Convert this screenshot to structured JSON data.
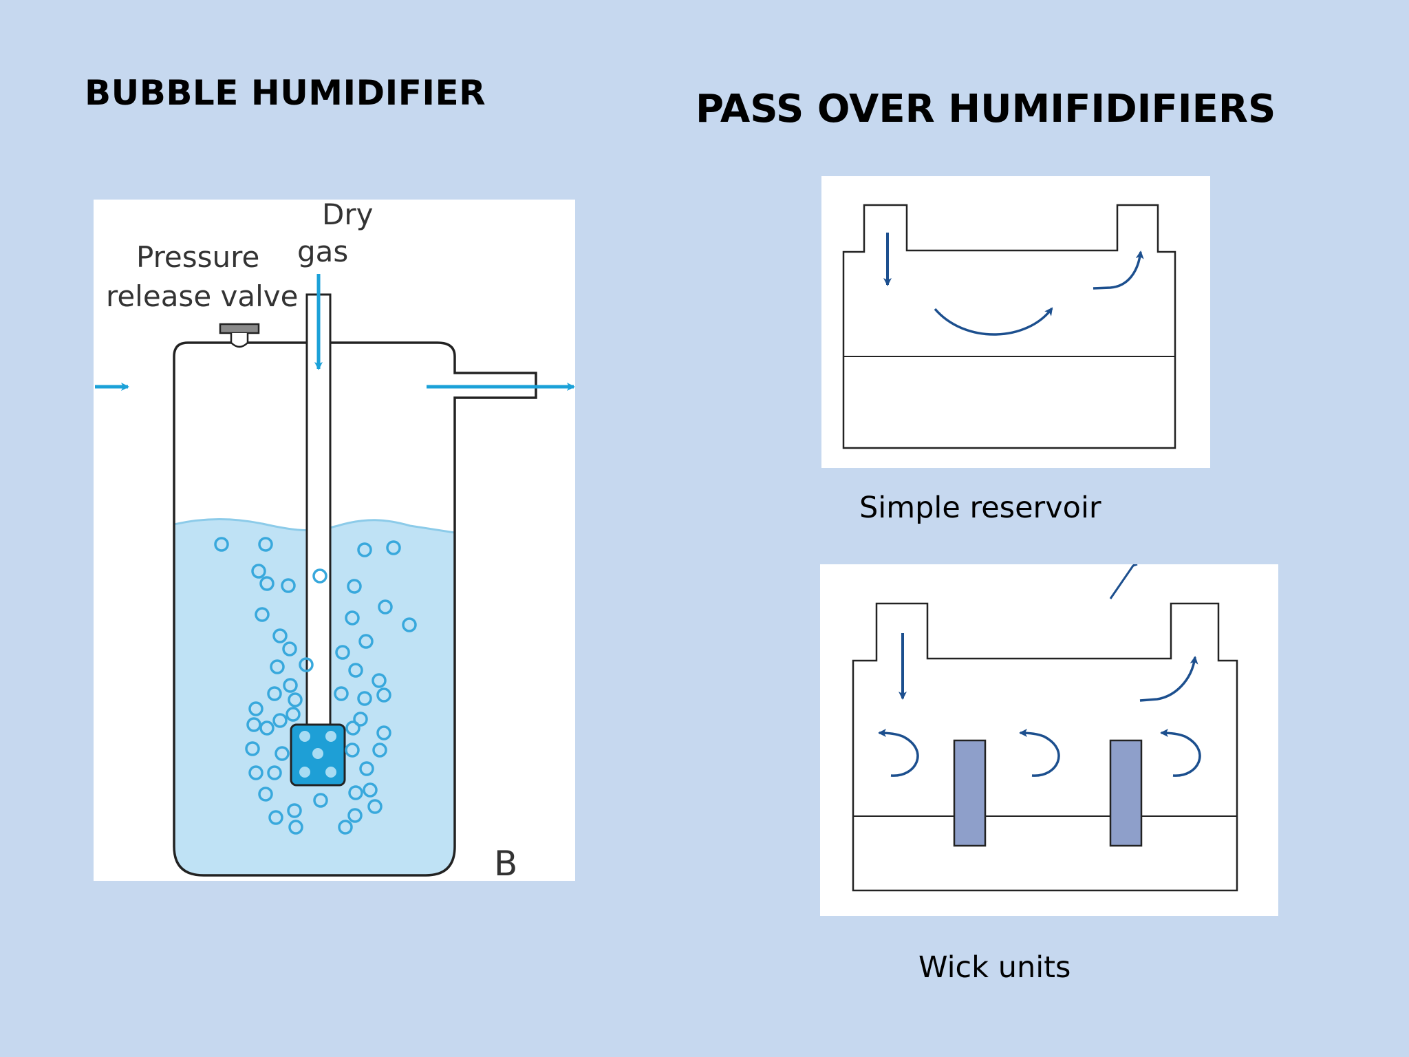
{
  "slide": {
    "left_title": "BUBBLE  HUMIDIFIER",
    "right_title": "PASS OVER HUMIFIDIFIERS"
  },
  "bubble_diagram": {
    "label_dry": "Dry",
    "label_gas": "gas",
    "label_pressure": "Pressure",
    "label_release_valve": "release valve",
    "panel_letter": "B",
    "water_color": "#bfe2f5",
    "arrow_color": "#1ba1d8",
    "diffuser_color": "#1e9fd6"
  },
  "reservoir_diagram": {
    "caption": "Simple reservoir",
    "arrow_color": "#1c4f8e"
  },
  "wick_diagram": {
    "caption": "Wick units",
    "arrow_color": "#1c4f8e",
    "wick_color": "#8e9fca"
  },
  "colors": {
    "background": "#c6d8ef"
  }
}
